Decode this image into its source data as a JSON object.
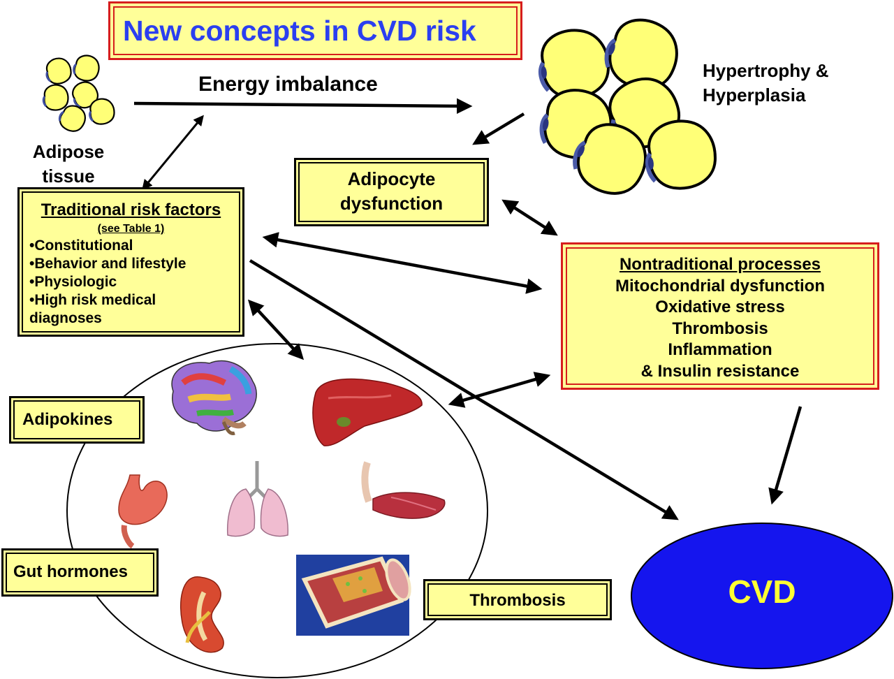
{
  "title": "New concepts in CVD risk",
  "nodes": {
    "adipose_tissue": "Adipose\ntissue",
    "energy_imbalance": "Energy imbalance",
    "hypertrophy": "Hypertrophy &\nHyperplasia",
    "adipocyte_dysfunction": "Adipocyte\ndysfunction",
    "traditional": {
      "heading": "Traditional risk factors",
      "subheading": "(see Table 1)",
      "items": [
        "•Constitutional",
        "•Behavior and lifestyle",
        "•Physiologic",
        "•High risk medical",
        "diagnoses"
      ]
    },
    "nontraditional": {
      "heading": "Nontraditional processes",
      "items": [
        "Mitochondrial dysfunction",
        "Oxidative stress",
        "Thrombosis",
        "Inflammation",
        "& Insulin resistance"
      ]
    },
    "adipokines": "Adipokines",
    "gut_hormones": "Gut hormones",
    "thrombosis": "Thrombosis",
    "cvd": "CVD"
  },
  "organs": [
    "brain-icon",
    "liver-icon",
    "stomach-icon",
    "lungs-icon",
    "muscle-icon",
    "kidney-icon",
    "blood-vessel-icon"
  ],
  "colors": {
    "box_fill": "#ffff99",
    "title_text": "#2b3ff0",
    "red_border": "#d61d1d",
    "cvd_fill": "#1515ee",
    "cvd_text": "#ffff33",
    "cell_fill": "#ffff77"
  }
}
